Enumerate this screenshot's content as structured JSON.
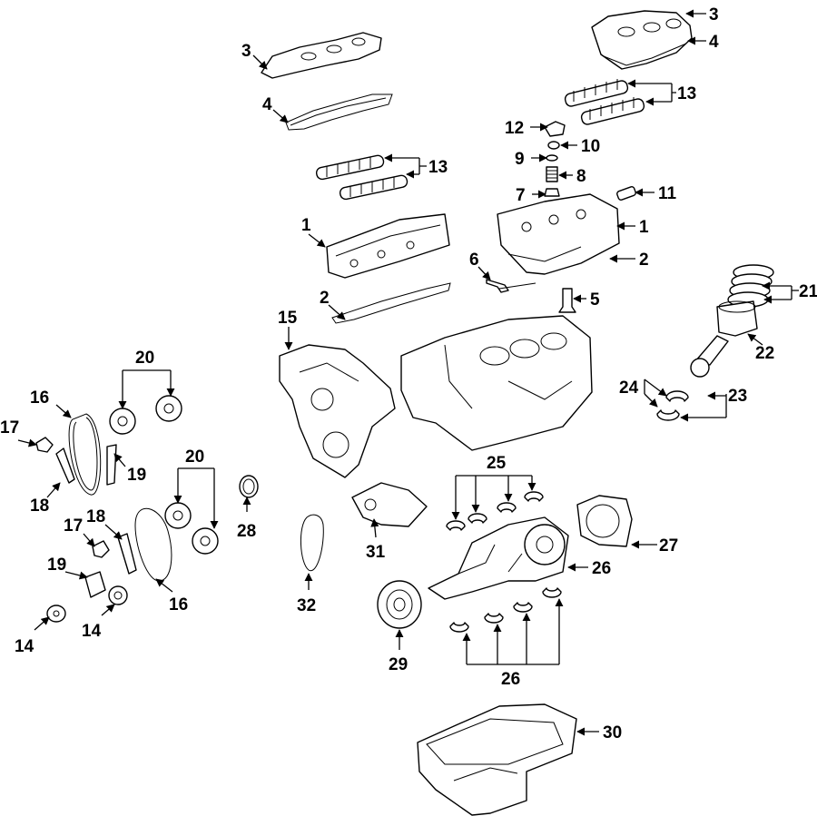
{
  "diagram": {
    "callouts": [
      {
        "id": "c1a",
        "text": "1"
      },
      {
        "id": "c1b",
        "text": "1"
      },
      {
        "id": "c2a",
        "text": "2"
      },
      {
        "id": "c2b",
        "text": "2"
      },
      {
        "id": "c3a",
        "text": "3"
      },
      {
        "id": "c3b",
        "text": "3"
      },
      {
        "id": "c4a",
        "text": "4"
      },
      {
        "id": "c4b",
        "text": "4"
      },
      {
        "id": "c5",
        "text": "5"
      },
      {
        "id": "c6",
        "text": "6"
      },
      {
        "id": "c7",
        "text": "7"
      },
      {
        "id": "c8",
        "text": "8"
      },
      {
        "id": "c9",
        "text": "9"
      },
      {
        "id": "c10",
        "text": "10"
      },
      {
        "id": "c11",
        "text": "11"
      },
      {
        "id": "c12",
        "text": "12"
      },
      {
        "id": "c13a",
        "text": "13"
      },
      {
        "id": "c13b",
        "text": "13"
      },
      {
        "id": "c14a",
        "text": "14"
      },
      {
        "id": "c14b",
        "text": "14"
      },
      {
        "id": "c15",
        "text": "15"
      },
      {
        "id": "c16a",
        "text": "16"
      },
      {
        "id": "c16b",
        "text": "16"
      },
      {
        "id": "c17a",
        "text": "17"
      },
      {
        "id": "c17b",
        "text": "17"
      },
      {
        "id": "c18a",
        "text": "18"
      },
      {
        "id": "c18b",
        "text": "18"
      },
      {
        "id": "c19a",
        "text": "19"
      },
      {
        "id": "c19b",
        "text": "19"
      },
      {
        "id": "c20a",
        "text": "20"
      },
      {
        "id": "c20b",
        "text": "20"
      },
      {
        "id": "c21",
        "text": "21"
      },
      {
        "id": "c22",
        "text": "22"
      },
      {
        "id": "c23",
        "text": "23"
      },
      {
        "id": "c24",
        "text": "24"
      },
      {
        "id": "c25",
        "text": "25"
      },
      {
        "id": "c26a",
        "text": "26"
      },
      {
        "id": "c26b",
        "text": "26"
      },
      {
        "id": "c27",
        "text": "27"
      },
      {
        "id": "c28",
        "text": "28"
      },
      {
        "id": "c29",
        "text": "29"
      },
      {
        "id": "c30",
        "text": "30"
      },
      {
        "id": "c31",
        "text": "31"
      },
      {
        "id": "c32",
        "text": "32"
      }
    ]
  }
}
